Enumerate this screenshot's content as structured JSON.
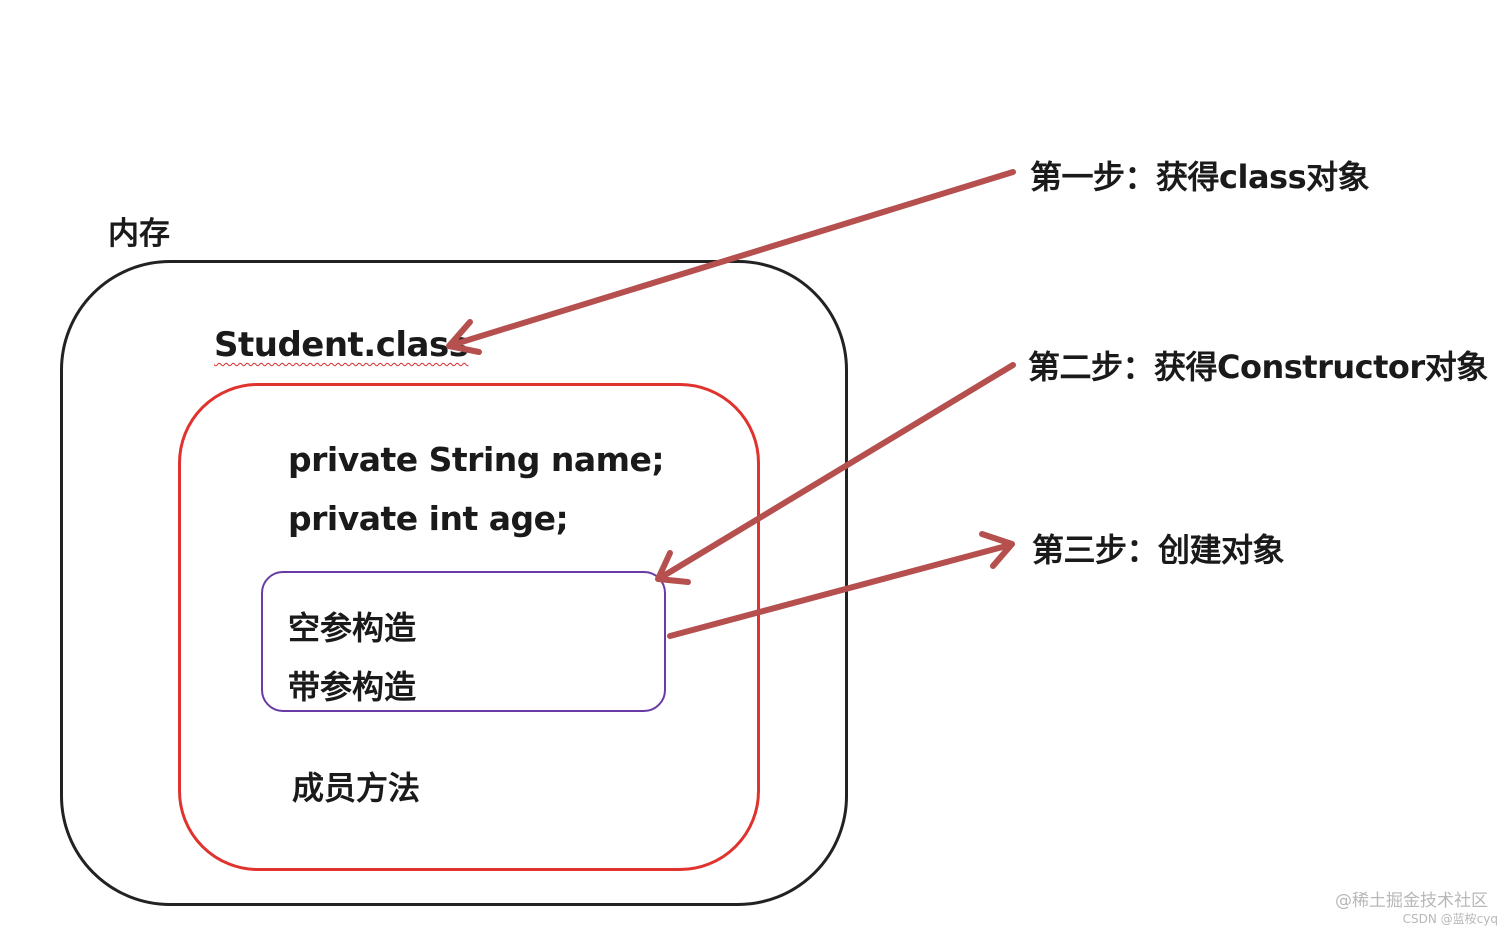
{
  "memory": {
    "label": "内存",
    "class_name": "Student.class",
    "fields": [
      "private String name;",
      "private int age;"
    ],
    "constructors": [
      "空参构造",
      "带参构造"
    ],
    "methods": "成员方法"
  },
  "steps": {
    "step1": "第一步：获得class对象",
    "step2": "第二步：获得Constructor对象",
    "step3": "第三步：创建对象"
  },
  "watermark": "@稀土掘金技术社区",
  "credit": "CSDN @蓝桉cyq",
  "colors": {
    "memory_border": "#222222",
    "class_border": "#e0332e",
    "constructor_border": "#6a3aa6",
    "arrow": "#b5504f",
    "watermark": "#b8b8b8"
  }
}
